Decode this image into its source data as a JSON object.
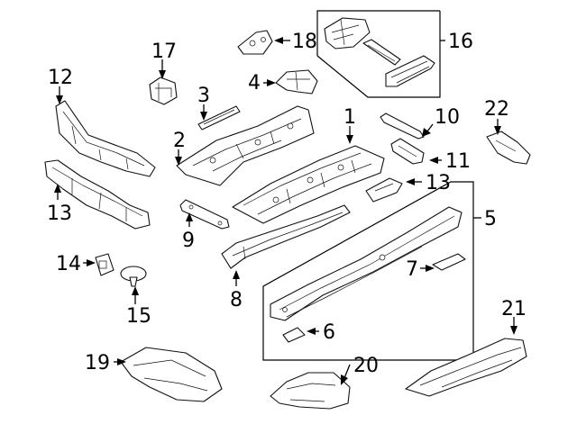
{
  "callouts": {
    "c1": "1",
    "c2": "2",
    "c3": "3",
    "c4": "4",
    "c5": "5",
    "c6": "6",
    "c7": "7",
    "c8": "8",
    "c9": "9",
    "c10": "10",
    "c11": "11",
    "c12": "12",
    "c13a": "13",
    "c13b": "13",
    "c14": "14",
    "c15": "15",
    "c16": "16",
    "c17": "17",
    "c18": "18",
    "c19": "19",
    "c20": "20",
    "c21": "21",
    "c22": "22"
  }
}
